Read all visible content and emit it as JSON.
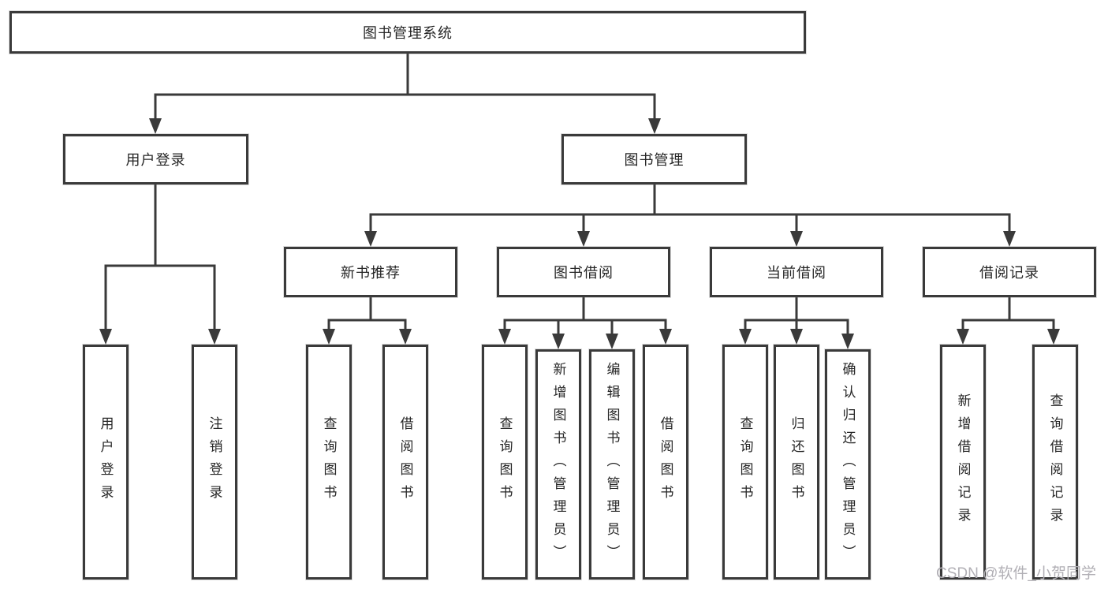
{
  "tree": {
    "root": {
      "label": "图书管理系统",
      "children": [
        {
          "label": "用户登录",
          "children": [
            {
              "label": "用户登录"
            },
            {
              "label": "注销登录"
            }
          ]
        },
        {
          "label": "图书管理",
          "children": [
            {
              "label": "新书推荐",
              "children": [
                {
                  "label": "查询图书"
                },
                {
                  "label": "借阅图书"
                }
              ]
            },
            {
              "label": "图书借阅",
              "children": [
                {
                  "label": "查询图书"
                },
                {
                  "label": "新增图书（管理员）"
                },
                {
                  "label": "编辑图书（管理员）"
                },
                {
                  "label": "借阅图书"
                }
              ]
            },
            {
              "label": "当前借阅",
              "children": [
                {
                  "label": "查询图书"
                },
                {
                  "label": "归还图书"
                },
                {
                  "label": "确认归还（管理员）"
                }
              ]
            },
            {
              "label": "借阅记录",
              "children": [
                {
                  "label": "新增借阅记录"
                },
                {
                  "label": "查询借阅记录"
                }
              ]
            }
          ]
        }
      ]
    }
  },
  "watermark": {
    "text": "CSDN @软件_小贺同学"
  },
  "colors": {
    "line": "#3a3a3a",
    "box_border": "#3a3a3a",
    "box_fill": "#ffffff",
    "text": "#262626",
    "watermark": "#b1afb5",
    "watermark_accent": "#e09a9e"
  }
}
